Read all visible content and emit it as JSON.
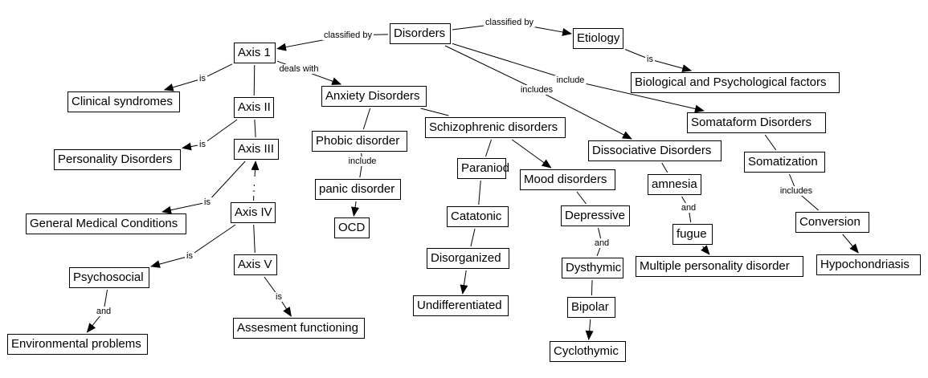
{
  "nodes": [
    {
      "id": "disorders",
      "label": "Disorders"
    },
    {
      "id": "etiology",
      "label": "Etiology"
    },
    {
      "id": "bio",
      "label": "Biological and Psychological factors"
    },
    {
      "id": "axis1",
      "label": "Axis 1"
    },
    {
      "id": "clinical",
      "label": "Clinical syndromes"
    },
    {
      "id": "axis2",
      "label": "Axis II"
    },
    {
      "id": "personality",
      "label": "Personality Disorders"
    },
    {
      "id": "axis3",
      "label": "Axis III"
    },
    {
      "id": "gmc",
      "label": "General Medical Conditions"
    },
    {
      "id": "axis4",
      "label": "Axis IV"
    },
    {
      "id": "axis5",
      "label": "Axis V"
    },
    {
      "id": "psychosocial",
      "label": "Psychosocial"
    },
    {
      "id": "environmental",
      "label": "Environmental problems"
    },
    {
      "id": "assesment",
      "label": "Assesment functioning"
    },
    {
      "id": "anxiety",
      "label": "Anxiety Disorders"
    },
    {
      "id": "phobic",
      "label": "Phobic disorder"
    },
    {
      "id": "panic",
      "label": "panic disorder"
    },
    {
      "id": "ocd",
      "label": "OCD"
    },
    {
      "id": "schizo",
      "label": "Schizophrenic disorders"
    },
    {
      "id": "paraniod",
      "label": "Paraniod"
    },
    {
      "id": "catatonic",
      "label": "Catatonic"
    },
    {
      "id": "disorganized",
      "label": "Disorganized"
    },
    {
      "id": "undiff",
      "label": "Undifferentiated"
    },
    {
      "id": "mood",
      "label": "Mood disorders"
    },
    {
      "id": "depressive",
      "label": "Depressive"
    },
    {
      "id": "dysthymic",
      "label": "Dysthymic"
    },
    {
      "id": "bipolar",
      "label": "Bipolar"
    },
    {
      "id": "cyclothymic",
      "label": "Cyclothymic"
    },
    {
      "id": "dissociative",
      "label": "Dissociative Disorders"
    },
    {
      "id": "amnesia",
      "label": "amnesia"
    },
    {
      "id": "fugue",
      "label": "fugue"
    },
    {
      "id": "multiple",
      "label": "Multiple personality disorder"
    },
    {
      "id": "somataform",
      "label": "Somataform Disorders"
    },
    {
      "id": "somatization",
      "label": "Somatization"
    },
    {
      "id": "conversion",
      "label": "Conversion"
    },
    {
      "id": "hypo",
      "label": "Hypochondriasis"
    }
  ],
  "edges": [
    {
      "from": "disorders",
      "to": "axis1",
      "label": "classified by",
      "arrow": true
    },
    {
      "from": "disorders",
      "to": "etiology",
      "label": "classified by",
      "arrow": true
    },
    {
      "from": "etiology",
      "to": "bio",
      "label": "is",
      "arrow": true
    },
    {
      "from": "axis1",
      "to": "clinical",
      "label": "is",
      "arrow": true
    },
    {
      "from": "axis1",
      "to": "anxiety",
      "label": "deals with",
      "arrow": true
    },
    {
      "from": "axis1",
      "to": "axis2",
      "label": "",
      "arrow": false
    },
    {
      "from": "axis2",
      "to": "axis3",
      "label": "",
      "arrow": false
    },
    {
      "from": "axis2",
      "to": "personality",
      "label": "is",
      "arrow": true
    },
    {
      "from": "axis3",
      "to": "gmc",
      "label": "is",
      "arrow": true
    },
    {
      "from": "axis4",
      "to": "axis3",
      "label": "-",
      "arrow": true
    },
    {
      "from": "axis4",
      "to": "psychosocial",
      "label": "is",
      "arrow": true
    },
    {
      "from": "axis4",
      "to": "axis5",
      "label": "",
      "arrow": false
    },
    {
      "from": "psychosocial",
      "to": "environmental",
      "label": "and",
      "arrow": true
    },
    {
      "from": "axis5",
      "to": "assesment",
      "label": "is",
      "arrow": true
    },
    {
      "from": "anxiety",
      "to": "phobic",
      "label": "",
      "arrow": false
    },
    {
      "from": "anxiety",
      "to": "schizo",
      "label": "",
      "arrow": false
    },
    {
      "from": "phobic",
      "to": "panic",
      "label": "include",
      "arrow": false
    },
    {
      "from": "panic",
      "to": "ocd",
      "label": "",
      "arrow": true
    },
    {
      "from": "schizo",
      "to": "paraniod",
      "label": "",
      "arrow": false
    },
    {
      "from": "paraniod",
      "to": "catatonic",
      "label": "",
      "arrow": false
    },
    {
      "from": "catatonic",
      "to": "disorganized",
      "label": "",
      "arrow": false
    },
    {
      "from": "disorganized",
      "to": "undiff",
      "label": "",
      "arrow": true
    },
    {
      "from": "schizo",
      "to": "mood",
      "label": "",
      "arrow": true
    },
    {
      "from": "mood",
      "to": "depressive",
      "label": "",
      "arrow": false
    },
    {
      "from": "depressive",
      "to": "dysthymic",
      "label": "and",
      "arrow": false
    },
    {
      "from": "dysthymic",
      "to": "bipolar",
      "label": "",
      "arrow": false
    },
    {
      "from": "bipolar",
      "to": "cyclothymic",
      "label": "",
      "arrow": true
    },
    {
      "from": "disorders",
      "to": "dissociative",
      "label": "includes",
      "arrow": true
    },
    {
      "from": "disorders",
      "to": "somataform",
      "label": "include",
      "arrow": true
    },
    {
      "from": "dissociative",
      "to": "amnesia",
      "label": "",
      "arrow": false
    },
    {
      "from": "amnesia",
      "to": "fugue",
      "label": "and",
      "arrow": false
    },
    {
      "from": "fugue",
      "to": "multiple",
      "label": "",
      "arrow": true
    },
    {
      "from": "somataform",
      "to": "somatization",
      "label": "",
      "arrow": false
    },
    {
      "from": "somatization",
      "to": "conversion",
      "label": "includes",
      "arrow": false
    },
    {
      "from": "conversion",
      "to": "hypo",
      "label": "",
      "arrow": true
    }
  ]
}
